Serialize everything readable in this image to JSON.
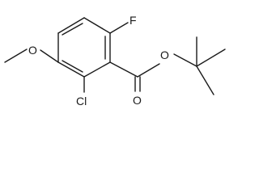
{
  "molecule": {
    "atoms": {
      "fluorine": "F",
      "chlorine": "Cl",
      "methoxy_oxygen": "O",
      "ester_ether_oxygen": "O",
      "carbonyl_oxygen": "O"
    }
  },
  "colors": {
    "bond": "#1a1a1a",
    "background": "#ffffff"
  }
}
